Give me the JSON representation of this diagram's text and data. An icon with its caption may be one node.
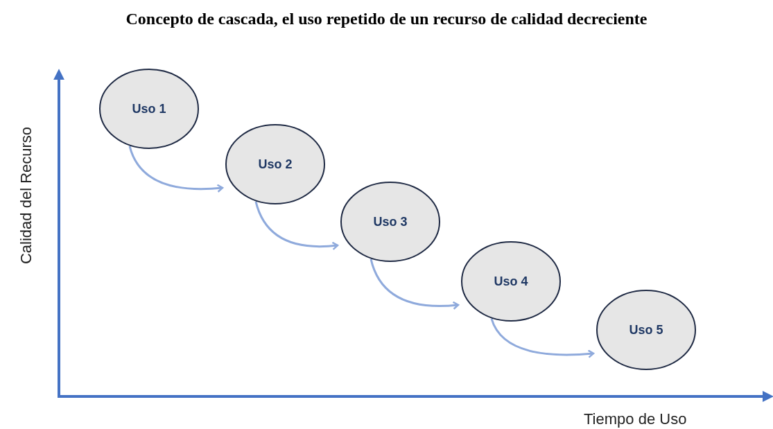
{
  "diagram": {
    "title": "Concepto de cascada, el uso repetido de un recurso de calidad decreciente",
    "nodes": [
      {
        "text": [
          "Uso 1"
        ]
      },
      {
        "text": [
          "Uso 2"
        ]
      },
      {
        "text": [
          "Uso 3"
        ]
      },
      {
        "text": [
          "Uso 4"
        ]
      },
      {
        "text": [
          "Uso 5"
        ]
      }
    ],
    "edges": [
      {
        "from": 0,
        "to": 1,
        "arrow": "to"
      },
      {
        "from": 1,
        "to": 2,
        "arrow": "to"
      },
      {
        "from": 2,
        "to": 3,
        "arrow": "to"
      },
      {
        "from": 3,
        "to": 4,
        "arrow": "to"
      }
    ],
    "labels": [
      "Calidad del Recurso",
      "Tiempo de Uso"
    ]
  }
}
